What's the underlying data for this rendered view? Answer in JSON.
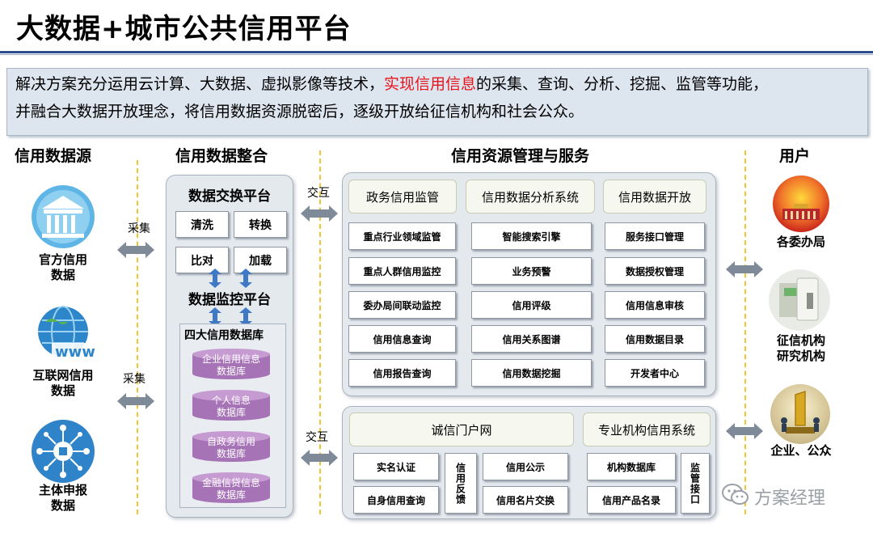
{
  "title": "大数据+城市公共信用平台",
  "intro": {
    "before": "解决方案充分运用云计算、大数据、虚拟影像等技术，",
    "highlight": "实现信用信息",
    "after": "的采集、查询、分析、挖掘、监管等功能，",
    "line2": "并融合大数据开放理念，将信用数据资源脱密后，逐级开放给征信机构和社会公众。"
  },
  "columns": {
    "sources": "信用数据源",
    "integration": "信用数据整合",
    "management": "信用资源管理与服务",
    "users": "用户"
  },
  "sources": [
    {
      "line1": "官方信用",
      "line2": "数据",
      "icon": "government-building-icon"
    },
    {
      "line1": "互联网信用",
      "line2": "数据",
      "icon": "globe-www-icon"
    },
    {
      "line1": "主体申报",
      "line2": "数据",
      "icon": "network-hub-icon"
    }
  ],
  "arrows": {
    "collect": "采集",
    "interact": "交互"
  },
  "integration": {
    "exchange_title": "数据交换平台",
    "exchange_items": [
      "清洗",
      "转换",
      "比对",
      "加载"
    ],
    "monitor_title": "数据监控平台",
    "db_title": "四大信用数据库",
    "databases": [
      {
        "line1": "企业信用信息",
        "line2": "数据库"
      },
      {
        "line1": "个人信息",
        "line2": "数据库"
      },
      {
        "line1": "自政务信用",
        "line2": "数据库"
      },
      {
        "line1": "金融信贷信息",
        "line2": "数据库"
      }
    ],
    "db_color": "#a674b6"
  },
  "management_top": {
    "headers": [
      "政务信用监管",
      "信用数据分析系统",
      "信用数据开放"
    ],
    "rows": [
      [
        "重点行业领域监管",
        "智能搜索引擎",
        "服务接口管理"
      ],
      [
        "重点人群信用监控",
        "业务预警",
        "数据授权管理"
      ],
      [
        "委办局间联动监控",
        "信用评级",
        "信用信息审核"
      ],
      [
        "信用信息查询",
        "信用关系图谱",
        "信用数据目录"
      ],
      [
        "信用报告查询",
        "信用数据挖掘",
        "开发者中心"
      ]
    ]
  },
  "management_bottom": {
    "portal": {
      "title": "诚信门户网",
      "left": [
        "实名认证",
        "自身信用查询"
      ],
      "vertical": "信用反馈",
      "right": [
        "信用公示",
        "信用名片交换"
      ]
    },
    "agency": {
      "title": "专业机构信用系统",
      "left": [
        "机构数据库",
        "信用产品名录"
      ],
      "vertical": "监管接口"
    }
  },
  "users": [
    {
      "line1": "各委办局",
      "line2": "",
      "icon": "government-photo-icon"
    },
    {
      "line1": "征信机构",
      "line2": "研究机构",
      "icon": "atm-card-photo-icon"
    },
    {
      "line1": "企业、公众",
      "line2": "",
      "icon": "gold-number-one-icon"
    }
  ],
  "watermark": "方案经理",
  "colors": {
    "accent_rule": "#2e4d8f",
    "highlight": "#e8141c",
    "dash": "#f2c333",
    "arrow": "#7f8a99",
    "link_arrow": "#3f78c4"
  }
}
